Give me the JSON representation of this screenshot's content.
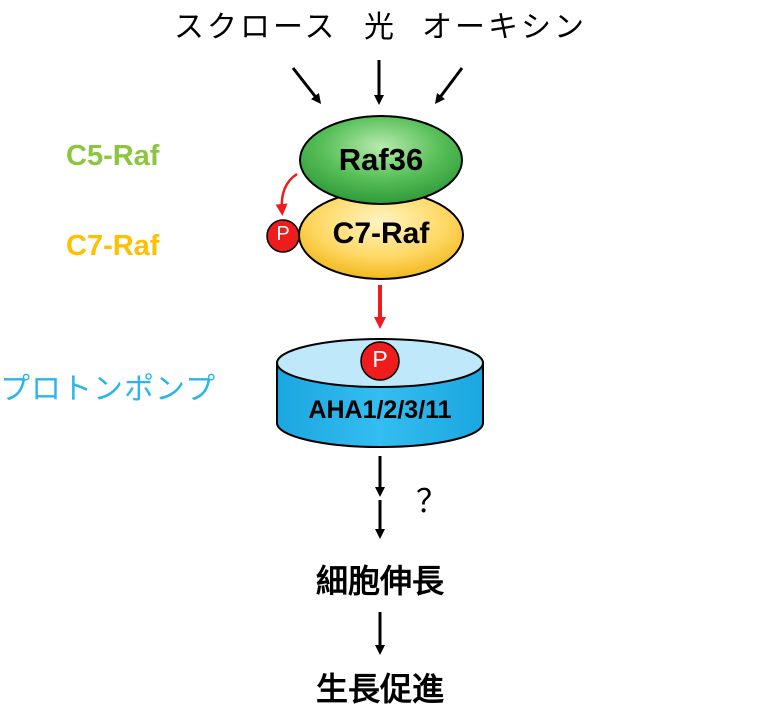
{
  "inputs": {
    "sucrose": "スクロース",
    "light": "光",
    "auxin": "オーキシン"
  },
  "side_labels": {
    "c5": "C5-Raf",
    "c7": "C7-Raf",
    "proton_pump": "プロトンポンプ"
  },
  "proteins": {
    "raf36": "Raf36",
    "c7raf": "C7-Raf",
    "aha": "AHA1/2/3/11",
    "phospho": "P"
  },
  "uncertain": "？",
  "outcomes": {
    "elongation": "細胞伸長",
    "growth": "生長促進"
  },
  "colors": {
    "c5_text": "#8cc63f",
    "c7_text": "#ffc000",
    "proton_text": "#2ab6ea",
    "raf36_fill": "#3fae3f",
    "c7raf_fill": "#ffd24d",
    "pump_fill": "#29b6ea",
    "phospho_fill": "#ee1c1c",
    "red_arrow": "#ee1c1c"
  }
}
